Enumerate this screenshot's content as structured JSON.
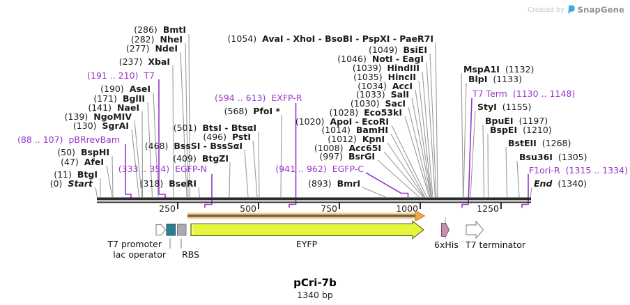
{
  "watermark": {
    "created_by": "Created by",
    "brand": "SnapGene"
  },
  "plasmid": {
    "name": "pCri-7b",
    "length": "1340 bp"
  },
  "ruler": {
    "ticks": [
      "250",
      "500",
      "750",
      "1000",
      "1250"
    ]
  },
  "annotations": {
    "left": [
      {
        "pos": "(286)",
        "name": "BmtI"
      },
      {
        "pos": "(282)",
        "name": "NheI"
      },
      {
        "pos": "(277)",
        "name": "NdeI"
      },
      {
        "pos": "(237)",
        "name": "XbaI"
      },
      {
        "pos": "(191 .. 210)",
        "name": "T7"
      },
      {
        "pos": "(190)",
        "name": "AseI"
      },
      {
        "pos": "(171)",
        "name": "BglII"
      },
      {
        "pos": "(141)",
        "name": "NaeI"
      },
      {
        "pos": "(139)",
        "name": "NgoMIV"
      },
      {
        "pos": "(130)",
        "name": "SgrAI"
      },
      {
        "pos": "(88 .. 107)",
        "name": "pBRrevBam"
      },
      {
        "pos": "(50)",
        "name": "BspHI"
      },
      {
        "pos": "(47)",
        "name": "AfeI"
      },
      {
        "pos": "(11)",
        "name": "BtgI"
      },
      {
        "pos": "(0)",
        "name": "Start"
      }
    ],
    "middle": [
      {
        "pos": "(1054)",
        "name": "AvaI - XhoI - BsoBI - PspXI - PaeR7I"
      },
      {
        "pos": "(594 .. 613)",
        "name": "EXFP-R"
      },
      {
        "pos": "(568)",
        "name": "PfoI *"
      },
      {
        "pos": "(501)",
        "name": "BtsI - BtsαI"
      },
      {
        "pos": "(496)",
        "name": "PstI"
      },
      {
        "pos": "(468)",
        "name": "BssSI - BssSαI"
      },
      {
        "pos": "(409)",
        "name": "BtgZI"
      },
      {
        "pos": "(333 .. 354)",
        "name": "EGFP-N"
      },
      {
        "pos": "(318)",
        "name": "BseRI"
      },
      {
        "pos": "(941 .. 962)",
        "name": "EGFP-C"
      },
      {
        "pos": "(893)",
        "name": "BmrI"
      }
    ],
    "right": [
      {
        "pos": "(1049)",
        "name": "BsiEI"
      },
      {
        "pos": "(1046)",
        "name": "NotI - EagI"
      },
      {
        "pos": "(1039)",
        "name": "HindIII"
      },
      {
        "pos": "(1035)",
        "name": "HincII"
      },
      {
        "pos": "(1034)",
        "name": "AccI"
      },
      {
        "pos": "(1033)",
        "name": "SalI"
      },
      {
        "pos": "(1030)",
        "name": "SacI"
      },
      {
        "pos": "(1028)",
        "name": "Eco53kI"
      },
      {
        "pos": "(1020)",
        "name": "ApoI - EcoRI"
      },
      {
        "pos": "(1014)",
        "name": "BamHI"
      },
      {
        "pos": "(1012)",
        "name": "KpnI"
      },
      {
        "pos": "(1008)",
        "name": "Acc65I"
      },
      {
        "pos": "(997)",
        "name": "BsrGI"
      }
    ],
    "far_right": [
      {
        "name": "MspA1I",
        "pos": "(1132)"
      },
      {
        "name": "BlpI",
        "pos": "(1133)"
      },
      {
        "name": "T7 Term",
        "pos": "(1130 .. 1148)"
      },
      {
        "name": "StyI",
        "pos": "(1155)"
      },
      {
        "name": "BpuEI",
        "pos": "(1197)"
      },
      {
        "name": "BspEI",
        "pos": "(1210)"
      },
      {
        "name": "BstEII",
        "pos": "(1268)"
      },
      {
        "name": "Bsu36I",
        "pos": "(1305)"
      },
      {
        "name": "F1ori-R",
        "pos": "(1315 .. 1334)"
      },
      {
        "name": "End",
        "pos": "(1340)"
      }
    ]
  },
  "features": {
    "t7_promoter": "T7 promoter",
    "lac_operator": "lac operator",
    "rbs": "RBS",
    "eyfp": "EYFP",
    "his6": "6xHis",
    "t7_terminator": "T7 terminator"
  },
  "colors": {
    "primer_purple": "#9933CC",
    "leader_gray": "#9a9a9a",
    "eyfp_fill": "#E4F53C",
    "lac_operator_fill": "#2E7D8F",
    "rbs_fill": "#A9ADB0",
    "orf_bar_fill": "#F8CE8D",
    "orf_head_fill": "#F2A640",
    "his6_fill": "#C78FB1",
    "brand_blue": "#42A5E0"
  }
}
